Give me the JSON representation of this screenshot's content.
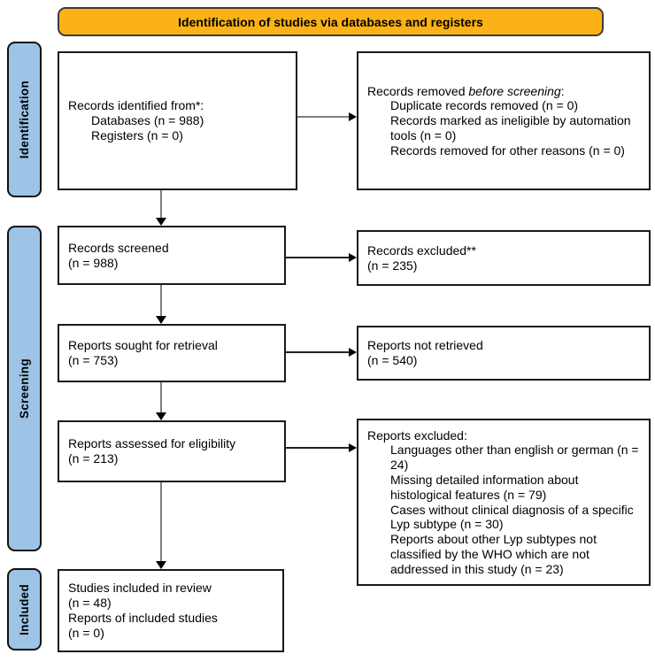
{
  "header": {
    "title": "Identification of studies via databases and registers"
  },
  "colors": {
    "header_bg": "#FBB216",
    "stage_bg": "#9DC3E6"
  },
  "stages": [
    {
      "label": "Identification"
    },
    {
      "label": "Screening"
    },
    {
      "label": "Included"
    }
  ],
  "boxes": {
    "identified": {
      "title": "Records identified from*:",
      "items": [
        "Databases (n = 988)",
        "Registers (n = 0)"
      ]
    },
    "removed": {
      "title_prefix": "Records removed ",
      "title_italic": "before screening",
      "title_suffix": ":",
      "items": [
        "Duplicate records removed (n = 0)",
        "Records marked as ineligible by automation tools (n = 0)",
        "Records removed for other reasons (n = 0)"
      ]
    },
    "screened": {
      "lines": [
        "Records screened",
        "(n = 988)"
      ]
    },
    "records_excluded": {
      "lines": [
        "Records excluded**",
        "(n = 235)"
      ]
    },
    "sought": {
      "lines": [
        "Reports sought for retrieval",
        "(n = 753)"
      ]
    },
    "not_retrieved": {
      "lines": [
        "Reports not retrieved",
        "(n = 540)"
      ]
    },
    "assessed": {
      "lines": [
        "Reports assessed for eligibility",
        "(n = 213)"
      ]
    },
    "reports_excluded": {
      "title": "Reports excluded:",
      "items": [
        "Languages other than english or german (n = 24)",
        "Missing detailed information about histological features (n = 79)",
        "Cases without clinical diagnosis of a specific Lyp subtype (n = 30)",
        "Reports about other Lyp subtypes not classified by the WHO which are not addressed in this study (n = 23)"
      ]
    },
    "included": {
      "lines": [
        "Studies included in review",
        "(n = 48)",
        "Reports of included studies",
        "(n = 0)"
      ]
    }
  }
}
